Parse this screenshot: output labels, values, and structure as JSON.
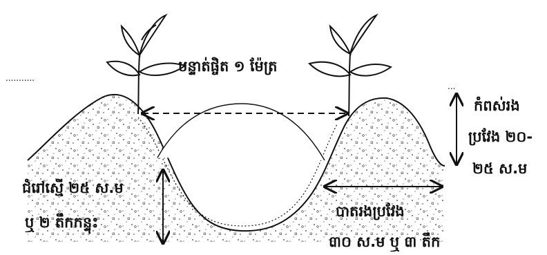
{
  "labels": {
    "spacing": "បន្ទាត់ផ្ចិត ១ ម៉ែត្រ",
    "height_line1": "កំពស់រង",
    "height_line2": "ប្រវែង ២០-",
    "height_line3": "២៥ ស.ម",
    "depth_line1": "ជំរៅស្មើ ២៥ ស.ម",
    "depth_line2": "ឬ ២ តឹកកន្ទុះ",
    "base_line1": "បាតរងប្រវែង",
    "base_line2": "៣០ ស.ម ឬ ៣ តឹក"
  },
  "marks": {
    "left_dots": "...........",
    "right_dots": "..."
  }
}
